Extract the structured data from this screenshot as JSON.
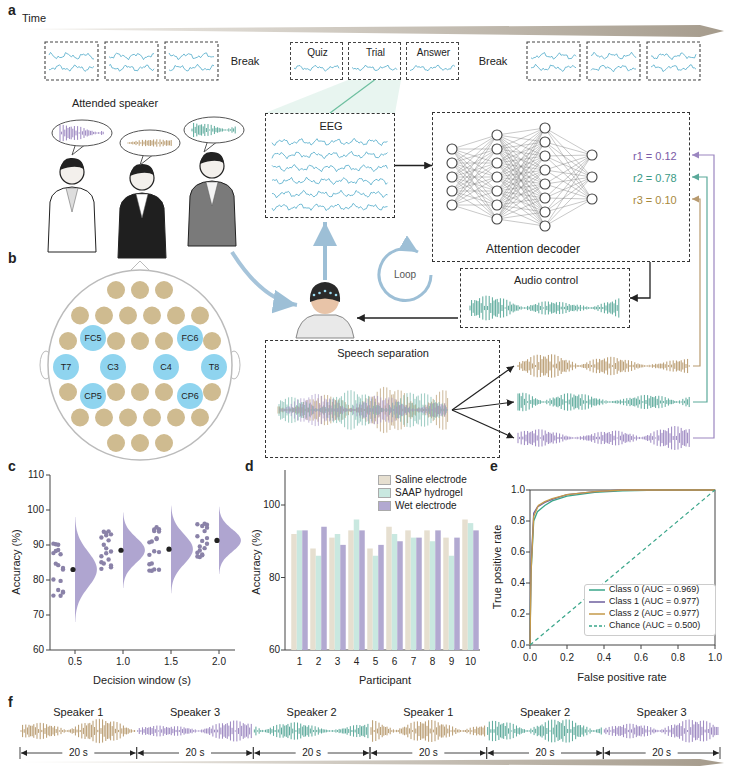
{
  "diagram": {
    "nodes": [
      {
        "text": [
          "Quiz"
        ]
      },
      {
        "text": [
          "Trial"
        ]
      },
      {
        "text": [
          "Answer"
        ]
      },
      {
        "text": [
          "EEG"
        ]
      },
      {
        "text": [
          "r1 = 0.12",
          "r2 = 0.78",
          "r3 = 0.10",
          "Attention decoder"
        ]
      },
      {
        "text": [
          "Loop"
        ]
      },
      {
        "text": [
          "Audio control"
        ]
      },
      {
        "text": [
          "Speech separation"
        ]
      },
      {
        "text": [
          "FC5"
        ]
      },
      {
        "text": [
          "FC6"
        ]
      },
      {
        "text": [
          "T7"
        ]
      },
      {
        "text": [
          "C3"
        ]
      },
      {
        "text": [
          "C4"
        ]
      },
      {
        "text": [
          "T8"
        ]
      },
      {
        "text": [
          "CP5"
        ]
      },
      {
        "text": [
          "CP6"
        ]
      }
    ],
    "edges": [
      {
        "from": 1,
        "to": 3,
        "arrow": "none"
      },
      {
        "from": 3,
        "to": 4,
        "arrow": "to"
      },
      {
        "from": 4,
        "to": 6,
        "arrow": "to"
      }
    ],
    "labels": [
      "a",
      "Time",
      "Break",
      "Break",
      "Attended speaker",
      "b",
      "c",
      "Accuracy (%)",
      "110",
      "100",
      "90",
      "80",
      "70",
      "60",
      "0.5",
      "1.0",
      "1.5",
      "2.0",
      "Decision window (s)",
      "d",
      "Accuracy (%)",
      "100",
      "80",
      "60",
      "1",
      "2",
      "3",
      "4",
      "5",
      "6",
      "7",
      "8",
      "9",
      "10",
      "Participant",
      "e",
      "True positive rate",
      "False positive rate",
      "0.0",
      "0.2",
      "0.4",
      "0.6",
      "0.8",
      "1.0",
      "0.0",
      "0.2",
      "0.4",
      "0.6",
      "0.8",
      "1.0",
      "f",
      "Speaker 1",
      "Speaker 3",
      "Speaker 2",
      "Speaker 1",
      "Speaker 2",
      "Speaker 3",
      "20 s",
      "20 s",
      "20 s",
      "20 s",
      "20 s",
      "20 s"
    ],
    "legend": [
      {
        "text": "Saline electrode",
        "color": "#e6dfd0"
      },
      {
        "text": "SAAP hydrogel",
        "color": "#c9e8e0"
      },
      {
        "text": "Wet electrode",
        "color": "#b2a9d1"
      },
      {
        "text": "Class 0 (AUC = 0.969)"
      },
      {
        "text": "Class 1 (AUC = 0.977)"
      },
      {
        "text": "Class 2 (AUC = 0.977)"
      },
      {
        "text": "Chance (AUC = 0.500)"
      }
    ]
  }
}
